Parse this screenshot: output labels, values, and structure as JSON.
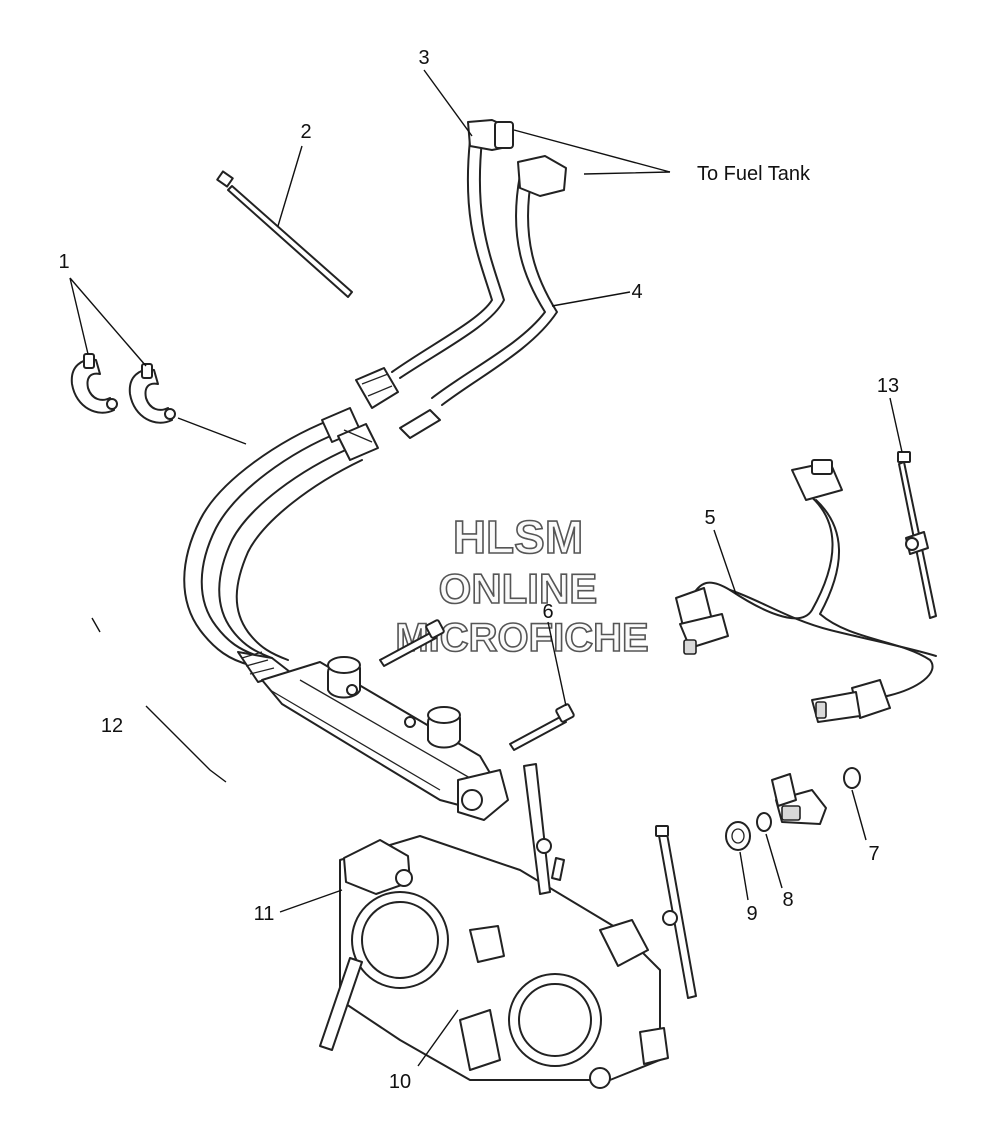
{
  "diagram": {
    "callouts": {
      "c1": "1",
      "c2": "2",
      "c3": "3",
      "c4": "4",
      "c5": "5",
      "c6": "6",
      "c7": "7",
      "c8": "8",
      "c9": "9",
      "c10": "10",
      "c11": "11",
      "c12": "12",
      "c13": "13"
    },
    "annotation": "To Fuel Tank",
    "watermark": {
      "line1": "HLSM",
      "line2": "ONLINE",
      "line3": "MICROFICHE"
    }
  }
}
